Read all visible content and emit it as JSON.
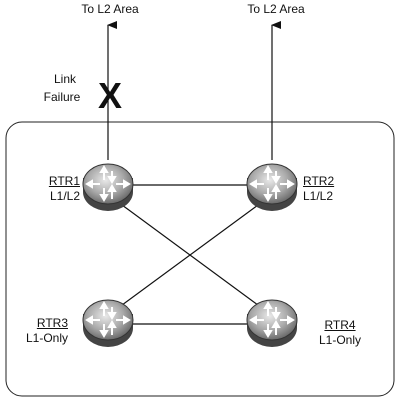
{
  "diagram": {
    "uplinks": [
      {
        "label": "To L2 Area"
      },
      {
        "label": "To L2 Area"
      }
    ],
    "failure": {
      "line1": "Link",
      "line2": "Failure",
      "mark": "X"
    },
    "routers": [
      {
        "name": "RTR1",
        "role": "L1/L2",
        "icon": "router-icon"
      },
      {
        "name": "RTR2",
        "role": "L1/L2",
        "icon": "router-icon"
      },
      {
        "name": "RTR3",
        "role": "L1-Only",
        "icon": "router-icon"
      },
      {
        "name": "RTR4",
        "role": "L1-Only",
        "icon": "router-icon"
      }
    ]
  }
}
